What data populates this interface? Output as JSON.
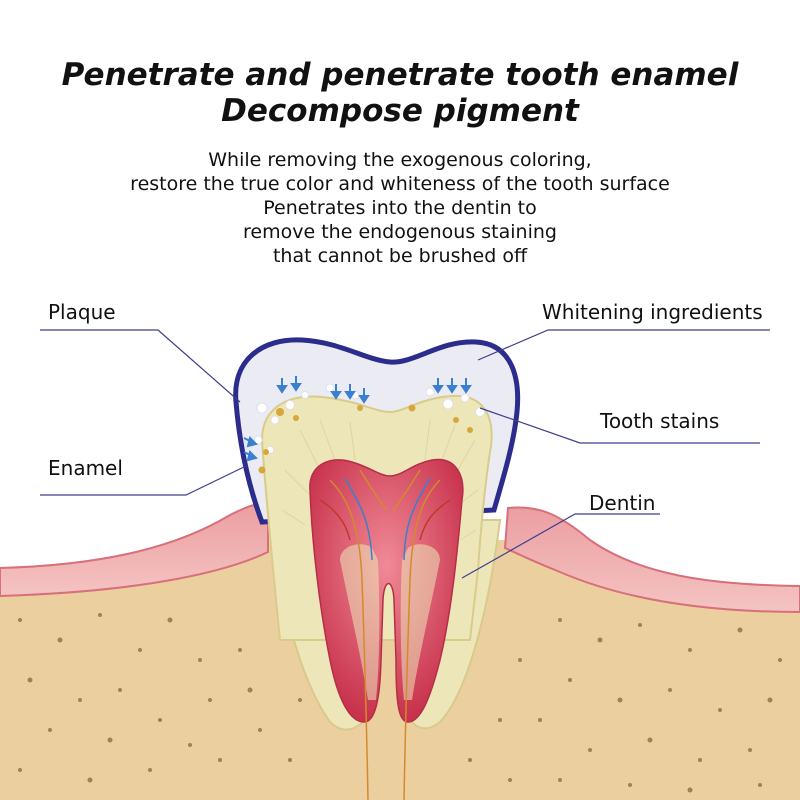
{
  "heading": {
    "line1": "Penetrate and penetrate tooth enamel",
    "line2": "Decompose pigment"
  },
  "description": [
    "While removing the exogenous coloring,",
    "restore the true color and whiteness of the tooth surface",
    "Penetrates into the dentin to",
    "remove the endogenous staining",
    "that cannot be brushed off"
  ],
  "labels": {
    "plaque": "Plaque",
    "enamel": "Enamel",
    "whitening": "Whitening ingredients",
    "stains": "Tooth stains",
    "dentin": "Dentin"
  },
  "colors": {
    "bone": "#eccf9f",
    "bone_dots": "#a37f55",
    "gum": "#e69a9c",
    "gum_dark": "#d7707a",
    "enamel_outline": "#2b2c8c",
    "enamel": "#ebebf3",
    "dentin": "#ede6b9",
    "pulp": "#d8485e",
    "leader_line": "#3d3f8f",
    "arrows": "#3b7fd0",
    "stain": "#d6a83a"
  }
}
